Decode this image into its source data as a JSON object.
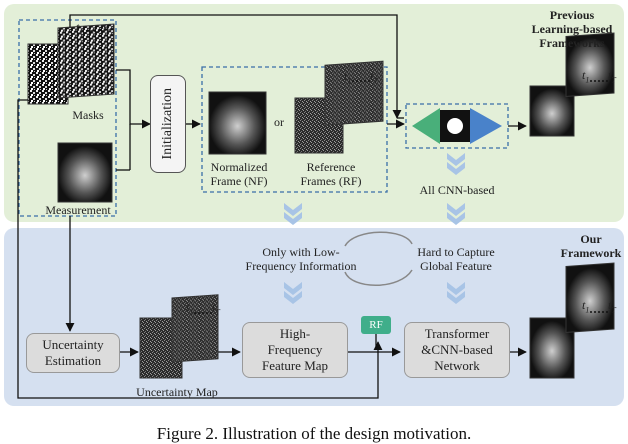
{
  "top_panel": {
    "title_line1": "Previous",
    "title_line2": "Learning-based",
    "title_line3": "Frameworks"
  },
  "bottom_panel": {
    "title_line1": "Our",
    "title_line2": "Framework"
  },
  "labels": {
    "masks": "Masks",
    "measurement": "Measurement",
    "initialization": "Initialization",
    "or": "or",
    "normalized_line1": "Normalized",
    "normalized_line2": "Frame (NF)",
    "reference_line1": "Reference",
    "reference_line2": "Frames (RF)",
    "all_cnn": "All CNN-based",
    "only_low_line1": "Only with Low-",
    "only_low_line2": "Frequency Information",
    "hard_line1": "Hard to Capture",
    "hard_line2": "Global Feature",
    "uncertainty_line1": "Uncertainty",
    "uncertainty_line2": "Estimation",
    "uncertainty_map": "Uncertainty Map",
    "hf_line1": "High-",
    "hf_line2": "Frequency",
    "hf_line3": "Feature Map",
    "rf": "RF",
    "tr_line1": "Transformer",
    "tr_line2": "&CNN-based",
    "tr_line3": "Network",
    "t1": "t",
    "t1_sub": "1",
    "tT": "t",
    "tT_sub": "T"
  },
  "caption": "Figure 2. Illustration of the design motivation.",
  "colors": {
    "top_panel": "#e3efd8",
    "bottom_panel": "#d5e0f0",
    "chevron": "#a8c4e6",
    "dash": "#3a6ea8",
    "rf_box": "#3fae8a"
  }
}
